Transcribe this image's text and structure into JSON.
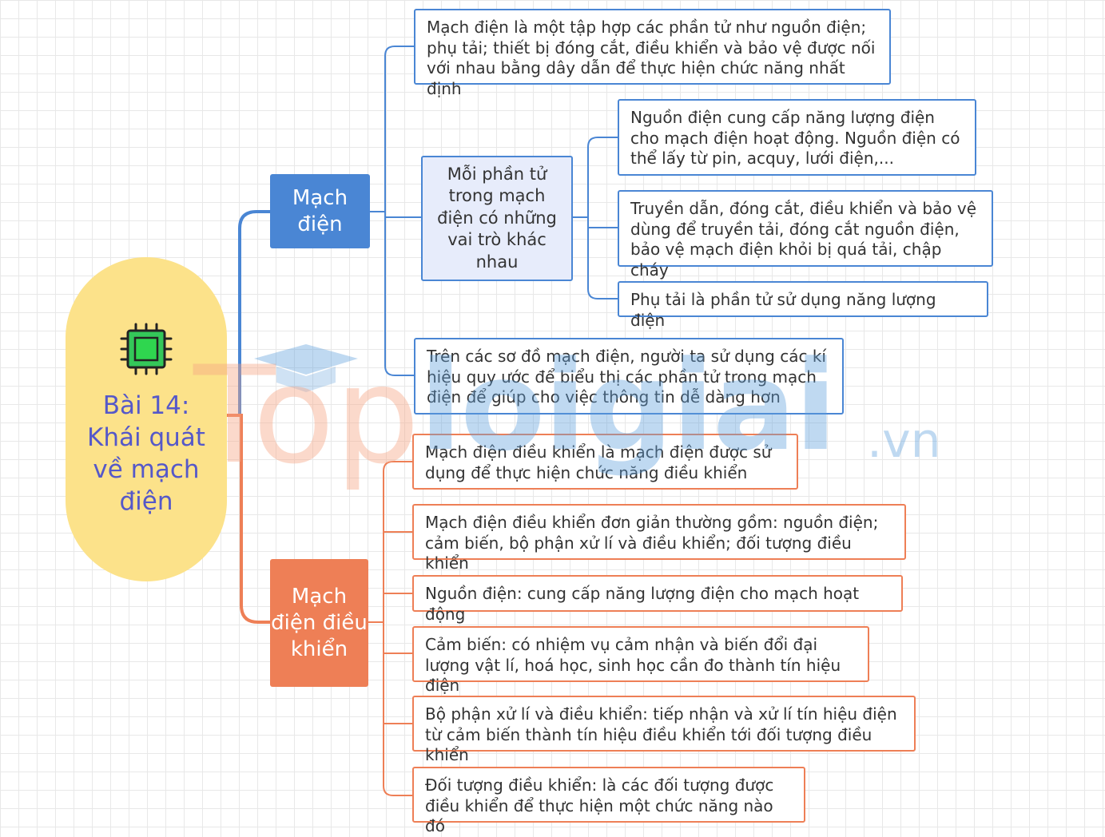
{
  "root": {
    "title": "Bài 14: Khái quát về mạch điện",
    "icon": "microchip-icon"
  },
  "branches": {
    "mach_dien": {
      "label": "Mạch điện",
      "color": "#4a86d4",
      "definition": "Mạch điện là một tập hợp các phần tử như nguồn điện; phụ tải; thiết bị đóng cắt, điều khiển và bảo vệ được nối với nhau bằng dây dẫn để thực hiện chức năng nhất định",
      "roles": {
        "label": "Mỗi phần tử trong mạch điện có những vai trò khác nhau",
        "items": [
          "Nguồn điện cung cấp năng lượng điện cho mạch điện hoạt động. Nguồn điện có thể lấy từ pin, acquy, lưới điện,...",
          "Truyền dẫn, đóng cắt, điều khiển và bảo vệ dùng để truyền tải, đóng cắt nguồn điện, bảo vệ mạch điện khỏi bị quá tải, chập cháy",
          "Phụ tải là phần tử sử dụng năng lượng điện"
        ]
      },
      "symbols": "Trên các sơ đồ mạch điện, người ta sử dụng các kí hiệu quy ước để biểu thị các phần tử trong mạch điện để giúp cho việc thông tin dễ dàng hơn"
    },
    "mach_dien_dieu_khien": {
      "label": "Mạch điện điều khiển",
      "color": "#ee7f56",
      "items": [
        "Mạch điện điều khiển là mạch điện được sử dụng để thực hiện chức năng điều khiển",
        "Mạch điện điều khiển đơn giản thường gồm: nguồn điện; cảm biến, bộ phận xử lí và điều khiển; đối tượng điều khiển",
        "Nguồn điện: cung cấp năng lượng điện cho mạch hoạt động",
        "Cảm biến: có nhiệm vụ cảm nhận và biến đổi đại lượng vật lí, hoá học, sinh học cần đo thành tín hiệu điện",
        "Bộ phận xử lí và điều khiển: tiếp nhận và xử lí tín hiệu điện từ cảm biến thành tín hiệu điều khiển tới đối tượng điều khiển",
        "Đối tượng điều khiển: là các đối tượng được điều khiển để thực hiện một chức năng nào đó"
      ]
    }
  },
  "watermark": {
    "part1": "Top",
    "part2": "loigiai",
    "part3": ".vn",
    "icon": "graduation-cap-icon"
  }
}
